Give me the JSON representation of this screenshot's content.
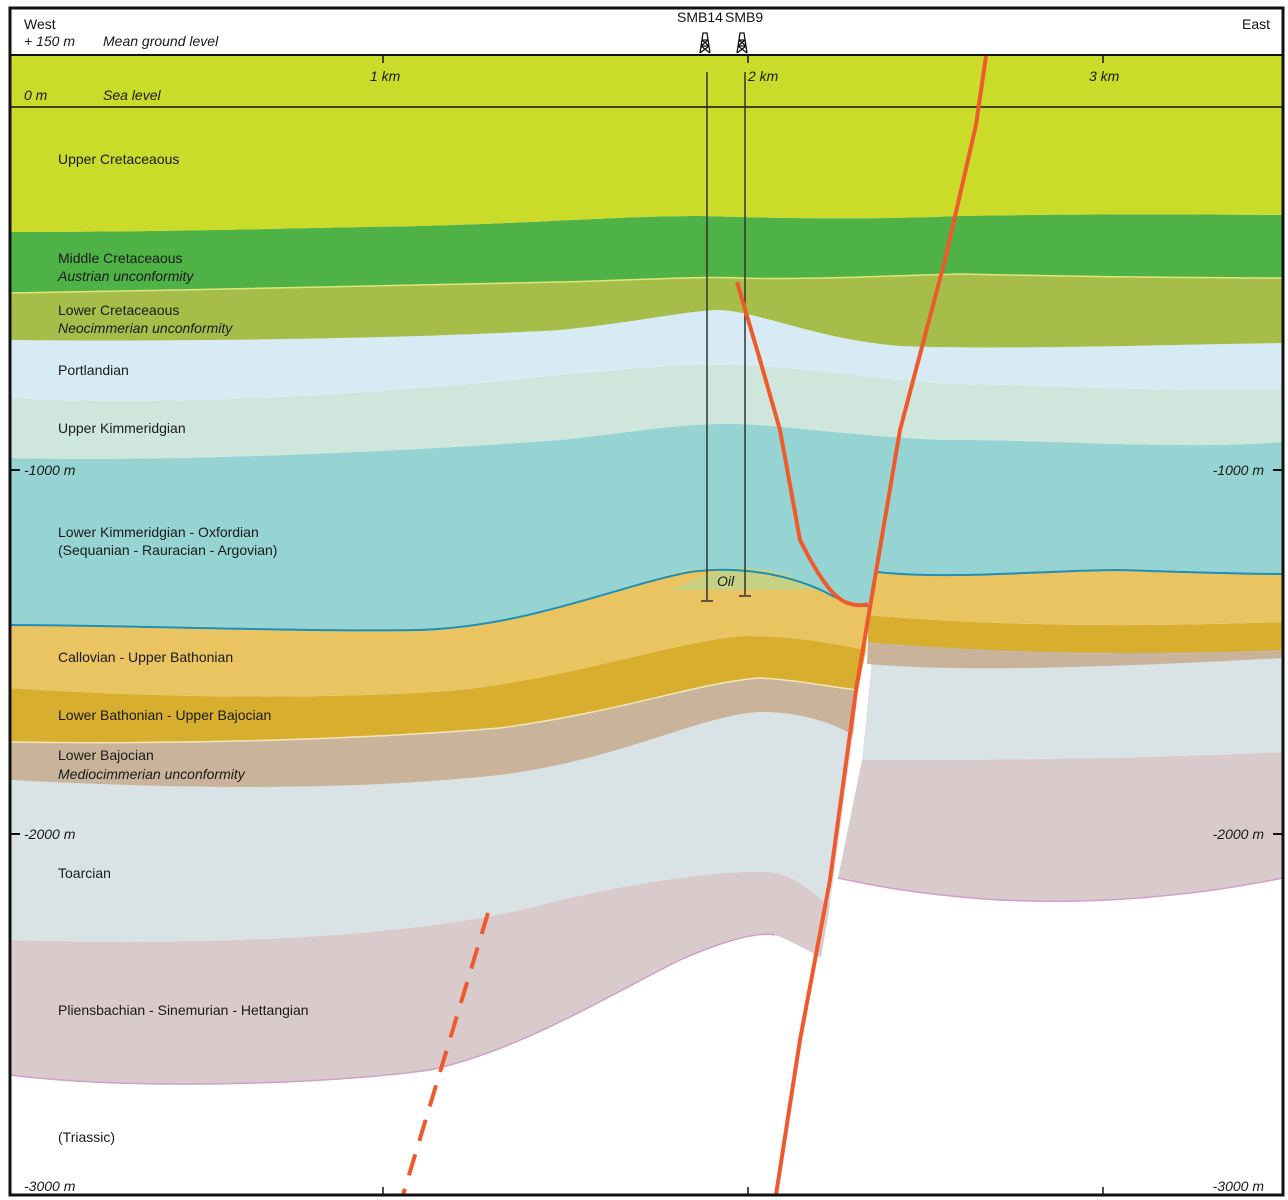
{
  "header": {
    "west": "West",
    "east": "East",
    "ground_elevation": "+ 150 m",
    "ground_label": "Mean ground level",
    "sea_elevation": "0 m",
    "sea_label": "Sea level"
  },
  "wells": [
    {
      "name": "SMB14"
    },
    {
      "name": "SMB9"
    }
  ],
  "distance_labels": [
    "1 km",
    "2 km",
    "3 km"
  ],
  "depth_labels": {
    "d1000_left": "-1000 m",
    "d1000_right": "-1000 m",
    "d2000_left": "-2000 m",
    "d2000_right": "-2000 m",
    "d3000_left": "-3000 m",
    "d3000_right": "-3000 m"
  },
  "layers": {
    "upper_cretaceous": "Upper Cretaceaous",
    "middle_cretaceous": "Middle Cretaceaous",
    "austrian_unconformity": "Austrian unconformity",
    "lower_cretaceous": "Lower Cretaceaous",
    "neocimmerian_unconformity": "Neocimmerian unconformity",
    "portlandian": "Portlandian",
    "upper_kimmeridgian": "Upper Kimmeridgian",
    "lower_kimmeridgian_1": "Lower Kimmeridgian - Oxfordian",
    "lower_kimmeridgian_2": "(Sequanian - Rauracian - Argovian)",
    "oil": "Oil",
    "callovian": "Callovian - Upper Bathonian",
    "lower_bathonian": "Lower Bathonian - Upper Bajocian",
    "lower_bajocian": "Lower Bajocian",
    "mediocimmerian_unconformity": "Mediocimmerian unconformity",
    "toarcian": "Toarcian",
    "pliensbachian": "Pliensbachian - Sinemurian - Hettangian",
    "triassic": "(Triassic)"
  },
  "colors": {
    "upper_cretaceous": "#cbdb2a",
    "middle_cretaceous": "#4fb246",
    "lower_cretaceous": "#a6be49",
    "portlandian": "#d6ebf3",
    "upper_kimmeridgian": "#cfe6dc",
    "lower_kimmeridgian": "#95d4d2",
    "callovian": "#ebc462",
    "lower_bathonian": "#d7ae2e",
    "lower_bajocian": "#c9b49b",
    "toarcian": "#d9e3e6",
    "pliensbachian": "#d9cbcc",
    "fault": "#ee5a2b",
    "unconformity_line": "#1f8fb8"
  }
}
